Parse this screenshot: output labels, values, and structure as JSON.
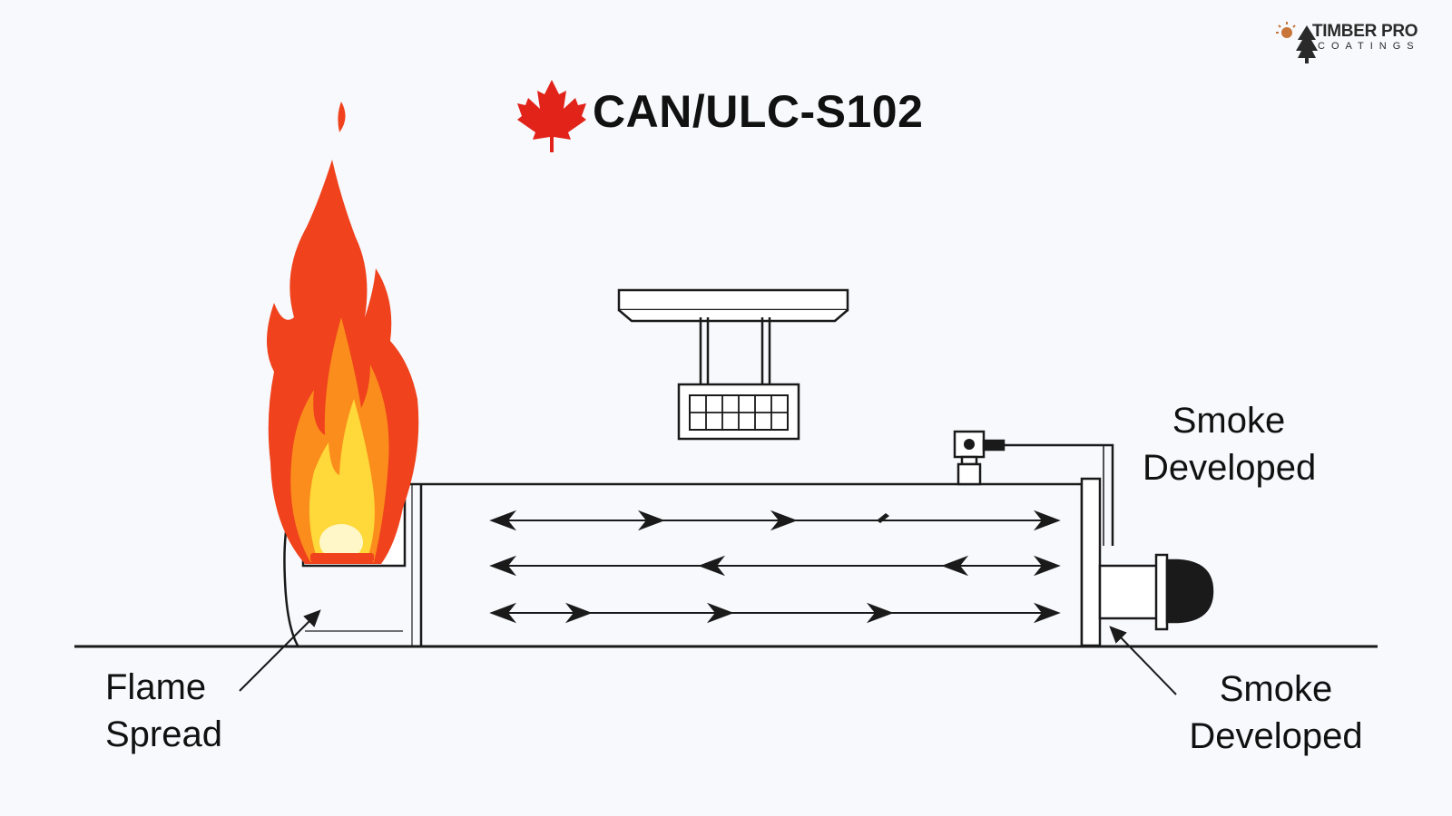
{
  "title": {
    "text": "CAN/ULC-S102",
    "flag_icon": "maple-leaf-icon",
    "flag_color": "#e2231a"
  },
  "logo": {
    "line1": "TIMBER PRO",
    "line2": "COATINGS",
    "icon": "sun-tree-icon",
    "accent_color": "#c8753a"
  },
  "labels": {
    "flame_spread": {
      "line1": "Flame",
      "line2": "Spread"
    },
    "smoke_top": {
      "line1": "Smoke",
      "line2": "Developed"
    },
    "smoke_bottom": {
      "line1": "Smoke",
      "line2": "Developed"
    }
  },
  "colors": {
    "line": "#1a1a1a",
    "flame_outer": "#f0421c",
    "flame_mid": "#fb8d1c",
    "flame_inner": "#ffd83a",
    "flame_core": "#fff7c8"
  }
}
